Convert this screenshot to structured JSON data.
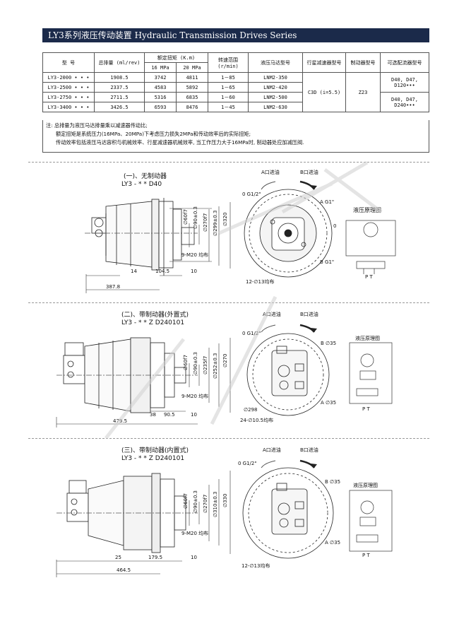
{
  "header": {
    "title": "LY3系列液压传动装置  Hydraulic Transmission Drives Series"
  },
  "table": {
    "h_model": "型 号",
    "h_disp": "总排量 (ml/rev)",
    "h_torque": "额定扭矩 (K.m)",
    "h_16": "16 MPa",
    "h_20": "20 MPa",
    "h_speed": "转速范围 (r/min)",
    "h_motor": "液压马达型号",
    "h_reducer": "行星减速器型号",
    "h_brake": "制动器型号",
    "h_valve": "可选配流器型号",
    "rows": [
      {
        "model": "LY3-2000 • • •",
        "disp": "1908.5",
        "t16": "3742",
        "t20": "4811",
        "speed": "1－85",
        "motor": "LNM2-350"
      },
      {
        "model": "LY3-2500 • • •",
        "disp": "2337.5",
        "t16": "4583",
        "t20": "5892",
        "speed": "1－65",
        "motor": "LNM2-420"
      },
      {
        "model": "LY3-2750 • • •",
        "disp": "2711.5",
        "t16": "5316",
        "t20": "6835",
        "speed": "1－60",
        "motor": "LNM2-500"
      },
      {
        "model": "LY3-3400 • • •",
        "disp": "3426.5",
        "t16": "6593",
        "t20": "8476",
        "speed": "1－45",
        "motor": "LNM2-630"
      }
    ],
    "reducer": "C3D (i=5.5)",
    "brake": "Z23",
    "valve1": "D40, D47, D120•••",
    "valve2": "D40, D47, D240•••",
    "notes": [
      "注: 总排量为液压马达排量乘以减速器传动比;",
      "额定扭矩是系统压力(16MPa、20MPa)下考虑压力损失2MPa和传动效率后的实际扭矩;",
      "传动效率包括液压马达容积与机械效率、行星减速器机械效率, 当工作压力大于16MPa时, 制动器处应加减压阀."
    ]
  },
  "sec1": {
    "title": "(一)、无制动器",
    "code": "LY3 - * * D40",
    "a_oil": "A口进油",
    "b_oil": "B口进油",
    "g12": "0 G1/2\"",
    "a_g1": "A G1\"",
    "b_g1": "B G1\"",
    "o": "0",
    "schem": "液压原理图",
    "pt": "P T",
    "d60": "∅60f7",
    "d90": "∅90±0.3",
    "d270": "∅270f7",
    "d299": "∅299±0.3",
    "d320": "∅320",
    "bolts": "9-M20 均布",
    "holes": "12-∅13均布",
    "dim14": "14",
    "dim104": "104.5",
    "dim10": "10",
    "dim387": "387.8"
  },
  "sec2": {
    "title": "(二)、带制动器(外置式)",
    "code": "LY3 - * * Z D240101",
    "a_oil": "A口进油",
    "b_oil": "B口进油",
    "g12": "0 G1/2\"",
    "b35": "B ∅35",
    "a35": "A ∅35",
    "schem": "液压原理图",
    "pt": "P T",
    "d60": "∅60f7",
    "d90": "∅90±0.3",
    "d235": "∅235f7",
    "d252": "∅252±0.3",
    "d270": "∅270",
    "bolts": "9-M20 均布",
    "d298": "∅298",
    "holes": "24-∅10.5均布",
    "dim38": "38",
    "dim905": "90.5",
    "dim10": "10",
    "dim479": "479.5"
  },
  "sec3": {
    "title": "(三)、带制动器(内置式)",
    "code": "LY3 - * * Z D240101",
    "a_oil": "A口进油",
    "b_oil": "B口进油",
    "g12": "0 G1/2\"",
    "b35": "B ∅35",
    "a35": "A ∅35",
    "schem": "液压原理图",
    "pt": "P T",
    "d60": "∅60f7",
    "d90": "∅90±0.3",
    "d270": "∅270f7",
    "d310": "∅310±0.3",
    "d330": "∅330",
    "bolts": "9-M20 均布",
    "holes": "12-∅13均布",
    "dim25": "25",
    "dim179": "179.5",
    "dim10": "10",
    "dim464": "464.5"
  }
}
